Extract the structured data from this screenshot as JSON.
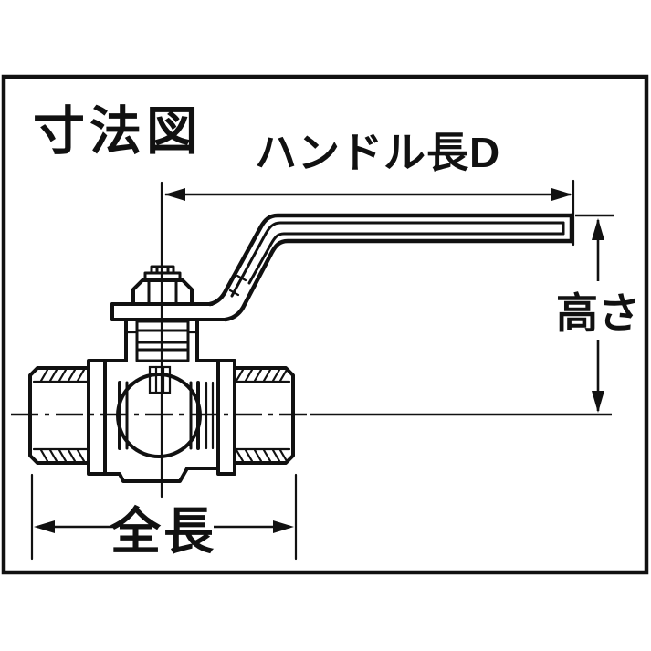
{
  "title": "寸法図",
  "labels": {
    "handle_length": "ハンドル長D",
    "height": "高さ",
    "overall_length": "全長"
  },
  "figure": "ball-valve-side-view-dimension-drawing",
  "colors": {
    "line": "#111111",
    "background": "#ffffff"
  }
}
